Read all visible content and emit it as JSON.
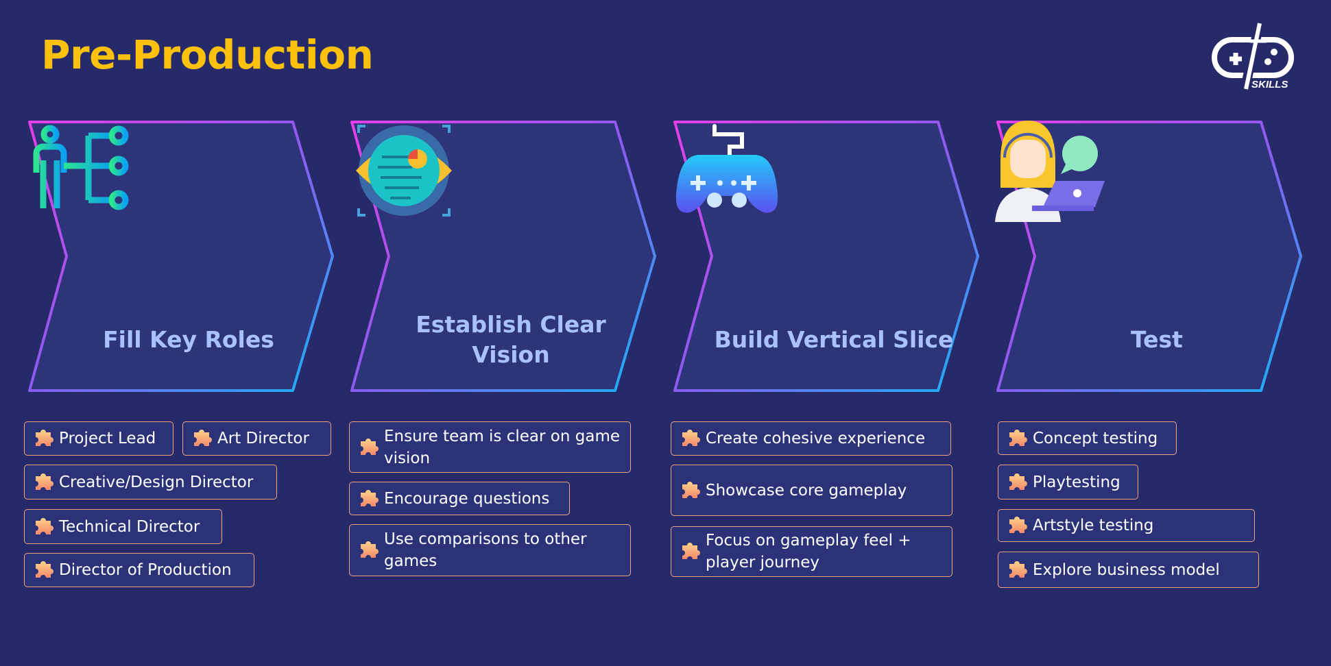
{
  "title": "Pre-Production",
  "logo": {
    "text": "SKILLS"
  },
  "colors": {
    "background": "#272a69",
    "title": "#fbc10d",
    "stage_label": "#a9c2ff",
    "pill_border": "#f3a385"
  },
  "stages": [
    {
      "label": "Fill Key Roles",
      "icon": "org-chart-person-icon",
      "items": [
        "Project Lead",
        "Art Director",
        "Creative/Design Director",
        "Technical Director",
        "Director of Production"
      ]
    },
    {
      "label": "Establish Clear Vision",
      "icon": "eye-vision-icon",
      "items": [
        "Ensure team is clear on game vision",
        "Encourage questions",
        "Use comparisons to other games"
      ]
    },
    {
      "label": "Build Vertical Slice",
      "icon": "gamepad-icon",
      "items": [
        "Create cohesive experience",
        "Showcase core gameplay",
        "Focus on gameplay feel + player journey"
      ]
    },
    {
      "label": "Test",
      "icon": "tester-headset-icon",
      "items": [
        "Concept testing",
        "Playtesting",
        "Artstyle testing",
        "Explore business model"
      ]
    }
  ]
}
